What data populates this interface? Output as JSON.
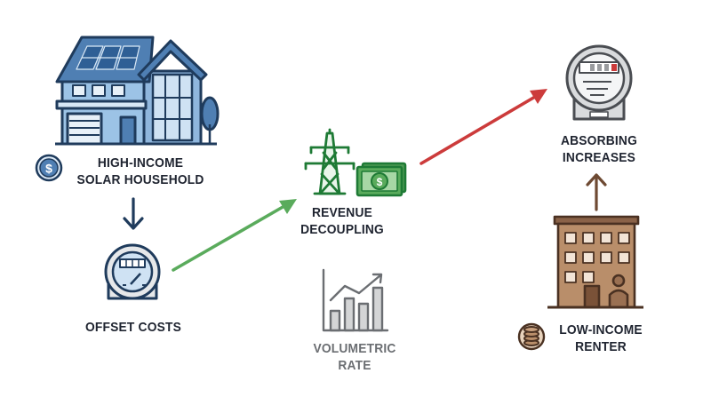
{
  "nodes": {
    "solar_household": {
      "line1": "HIGH-INCOME",
      "line2": "SOLAR HOUSEHOLD",
      "icon": "house-with-solar-panels-icon"
    },
    "offset": {
      "label": "OFFSET COSTS",
      "icon": "electric-meter-icon"
    },
    "decoupling": {
      "line1": "REVENUE",
      "line2": "DECOUPLING",
      "icons": [
        "transmission-tower-icon",
        "cash-icon"
      ]
    },
    "volumetric": {
      "line1": "VOLUMETRIC",
      "line2": "RATE",
      "icon": "bar-chart-trend-icon"
    },
    "absorbing": {
      "line1": "ABSORBING",
      "line2": "INCREASES",
      "icon": "electric-meter-icon"
    },
    "renter": {
      "line1": "LOW-INCOME",
      "line2": "RENTER",
      "icon": "apartment-building-with-person-icon"
    }
  },
  "colors": {
    "blue": "#4f7fb3",
    "blue_light": "#9cc3e6",
    "navy": "#1f3b5c",
    "green": "#5aab5c",
    "red": "#cc3b3b",
    "brown": "#6e4a33",
    "brown_fill": "#b98e6a",
    "gray": "#6b6e72"
  }
}
